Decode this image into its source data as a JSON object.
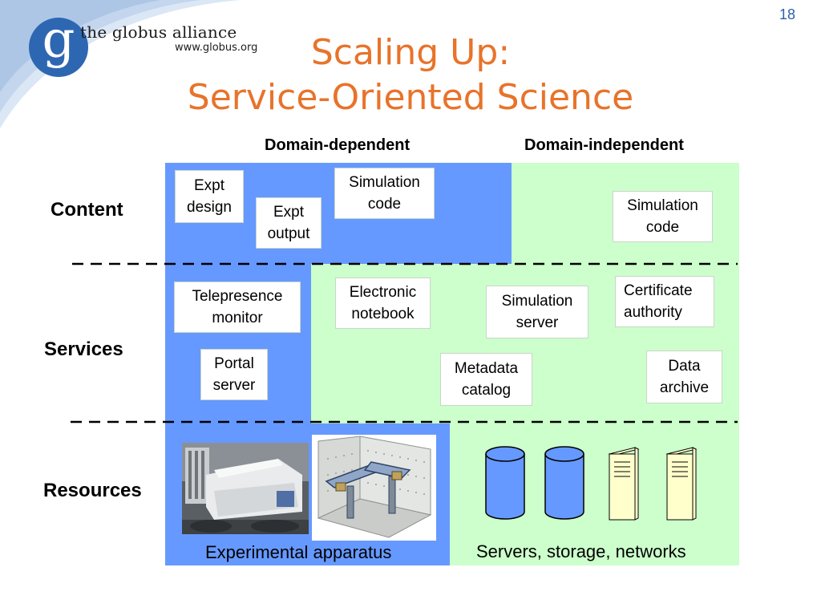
{
  "header": {
    "org_name": "the globus alliance",
    "org_url": "www.globus.org",
    "logo_letter": "g",
    "slide_number": "18",
    "title_line1": "Scaling Up:",
    "title_line2": "Service-Oriented Science"
  },
  "columns": {
    "domain_dependent": "Domain-dependent",
    "domain_independent": "Domain-independent"
  },
  "rows": {
    "content": "Content",
    "services": "Services",
    "resources": "Resources"
  },
  "content_boxes": {
    "expt_design": [
      "Expt",
      "design"
    ],
    "expt_output": [
      "Expt",
      "output"
    ],
    "sim_code_dep": [
      "Simulation",
      "code"
    ],
    "sim_code_indep": [
      "Simulation",
      "code"
    ]
  },
  "service_boxes": {
    "telepresence": [
      "Telepresence",
      "monitor"
    ],
    "portal": [
      "Portal",
      "server"
    ],
    "notebook": [
      "Electronic",
      "notebook"
    ],
    "sim_server": [
      "Simulation",
      "server"
    ],
    "cert": [
      "Certificate",
      "authority"
    ],
    "metadata": [
      "Metadata",
      "catalog"
    ],
    "archive": [
      "Data",
      "archive"
    ]
  },
  "resources": {
    "experimental_caption": "Experimental apparatus",
    "servers_caption": "Servers, storage, networks",
    "icons": [
      "database-cylinder-icon",
      "database-cylinder-icon",
      "server-tower-icon",
      "server-tower-icon"
    ]
  },
  "colors": {
    "title": "#e8732a",
    "domain_dependent_fill": "#6699ff",
    "domain_independent_fill": "#ccffcc",
    "cylinder": "#6699ff",
    "server": "#ffffcc",
    "logo_blue": "#2e67b1"
  }
}
